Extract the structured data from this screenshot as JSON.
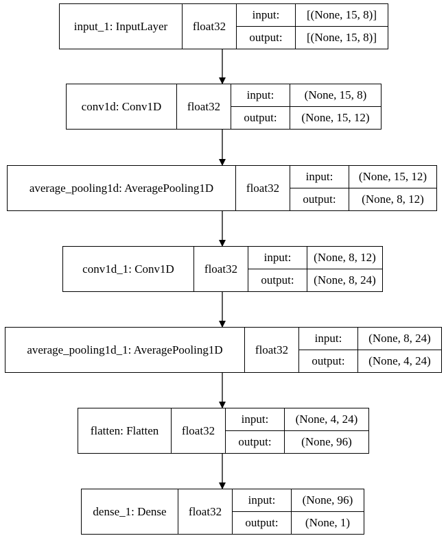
{
  "layers": [
    {
      "name": "input_1: InputLayer",
      "dtype": "float32",
      "input_label": "input:",
      "input": "[(None, 15, 8)]",
      "output_label": "output:",
      "output": "[(None, 15, 8)]"
    },
    {
      "name": "conv1d: Conv1D",
      "dtype": "float32",
      "input_label": "input:",
      "input": "(None, 15, 8)",
      "output_label": "output:",
      "output": "(None, 15, 12)"
    },
    {
      "name": "average_pooling1d: AveragePooling1D",
      "dtype": "float32",
      "input_label": "input:",
      "input": "(None, 15, 12)",
      "output_label": "output:",
      "output": "(None, 8, 12)"
    },
    {
      "name": "conv1d_1: Conv1D",
      "dtype": "float32",
      "input_label": "input:",
      "input": "(None, 8, 12)",
      "output_label": "output:",
      "output": "(None, 8, 24)"
    },
    {
      "name": "average_pooling1d_1: AveragePooling1D",
      "dtype": "float32",
      "input_label": "input:",
      "input": "(None, 8, 24)",
      "output_label": "output:",
      "output": "(None, 4, 24)"
    },
    {
      "name": "flatten: Flatten",
      "dtype": "float32",
      "input_label": "input:",
      "input": "(None, 4, 24)",
      "output_label": "output:",
      "output": "(None, 96)"
    },
    {
      "name": "dense_1: Dense",
      "dtype": "float32",
      "input_label": "input:",
      "input": "(None, 96)",
      "output_label": "output:",
      "output": "(None, 1)"
    }
  ]
}
